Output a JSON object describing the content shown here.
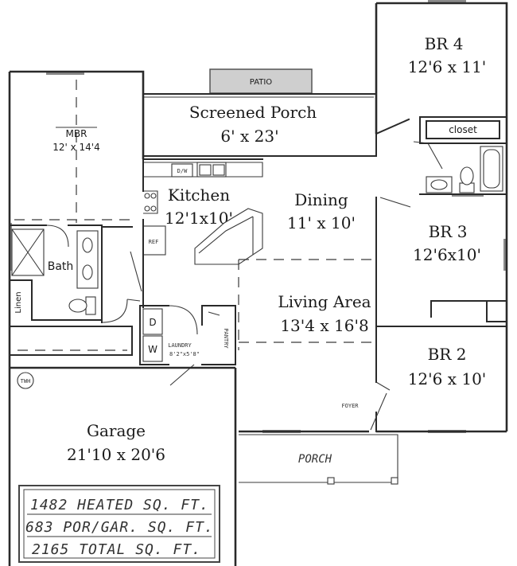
{
  "rooms": {
    "br4": {
      "name": "BR 4",
      "size": "12'6 x 11'"
    },
    "closet": {
      "name": "closet"
    },
    "screened": {
      "name": "Screened Porch",
      "size": "6' x 23'"
    },
    "mbr": {
      "name": "MBR",
      "size": "12' x 14'4"
    },
    "kitchen": {
      "name": "Kitchen",
      "size": "12'1x10'"
    },
    "dining": {
      "name": "Dining",
      "size": "11' x 10'"
    },
    "br3": {
      "name": "BR 3",
      "size": "12'6x10'"
    },
    "bath": {
      "name": "Bath"
    },
    "linen": {
      "name": "Linen"
    },
    "living": {
      "name": "Living Area",
      "size": "13'4 x 16'8"
    },
    "br2": {
      "name": "BR 2",
      "size": "12'6 x 10'"
    },
    "garage": {
      "name": "Garage",
      "size": "21'10 x 20'6"
    },
    "porch": {
      "name": "PORCH"
    }
  },
  "fixtures": {
    "patio": "PATIO",
    "dw": "D/W",
    "ref": "REF",
    "dryer": "D",
    "washer": "W",
    "laundry": "LAUNDRY",
    "laundry_size": "8'2\"x5'8\"",
    "pantry": "PANTRY",
    "foyer": "FOYER",
    "water_heater": "TWH"
  },
  "summary": {
    "heated": "1482 HEATED SQ. FT.",
    "por_gar": "683 POR/GAR. SQ. FT.",
    "total": "2165 TOTAL SQ. FT."
  }
}
